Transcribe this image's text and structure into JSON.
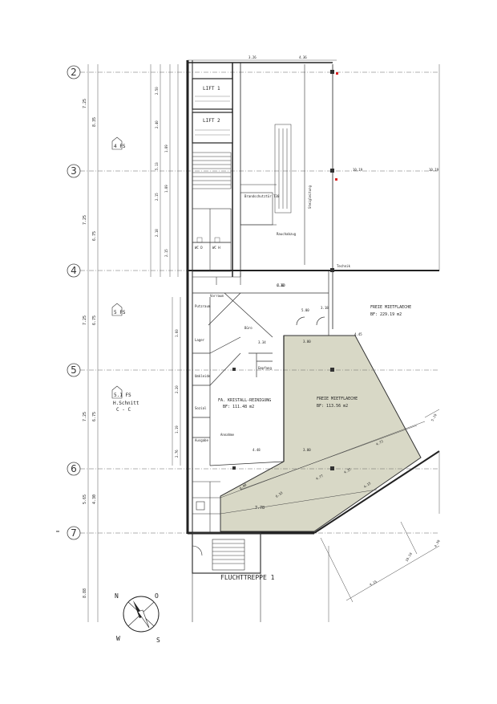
{
  "axes": [
    {
      "id": "axis-2",
      "label": "2"
    },
    {
      "id": "axis-3",
      "label": "3"
    },
    {
      "id": "axis-4",
      "label": "4"
    },
    {
      "id": "axis-5",
      "label": "5"
    },
    {
      "id": "axis-6",
      "label": "6"
    },
    {
      "id": "axis-7",
      "label": "7"
    }
  ],
  "fs_tags": {
    "fs4": "4 FS",
    "fs5": "5 FS",
    "fs51": "5.1 FS"
  },
  "section_marker": {
    "line1": "H.Schnitt",
    "line2": "C - C"
  },
  "lifts": {
    "lift1": "LIFT 1",
    "lift2": "LIFT 2"
  },
  "areas": {
    "kristall": {
      "name": "FA. KRISTALL-REINIGUNG",
      "size": "BF: 111.48 m2"
    },
    "freie_upper": {
      "name": "FREIE MIETFLAECHE",
      "size": "BF: 229.19 m2"
    },
    "freie_lower": {
      "name": "FREIE MIETFLAECHE",
      "size": "BF: 113.56 m2"
    }
  },
  "stair_label": "FLUCHTTREPPE 1",
  "compass": {
    "n": "N",
    "o": "O",
    "s": "S",
    "w": "W"
  },
  "dimensions": {
    "left_col_a": [
      "7.25",
      "7.25",
      "7.25",
      "7.25",
      "5.65",
      "8.88"
    ],
    "left_col_b": [
      "8.35",
      "6.75",
      "6.75",
      "6.75",
      "4.30"
    ],
    "small": [
      "2.50",
      "2.40",
      "1.89",
      "5.13",
      "2.15",
      "1.89",
      "2.18",
      "2.15",
      "1.60",
      "2.20",
      "1.19",
      "2.76"
    ],
    "top": [
      "3.26",
      "4.36",
      "10.19",
      "10.19"
    ],
    "mid": [
      "5.00",
      "2.00",
      "3.34",
      "6.32",
      "3.18",
      "3.00",
      "4.48",
      "3.00",
      "4.45",
      "4.72",
      "4.77",
      "4.37"
    ],
    "diag": [
      "7.78",
      "6.00",
      "6.33",
      "4.15",
      "4.15",
      "5.10",
      "4.30",
      "10.10"
    ]
  },
  "room_tags": [
    "Putzraum",
    "Lager",
    "Büro",
    "Umkleide",
    "Sozial",
    "Empfang",
    "Annahme",
    "Ausgabe",
    "Vorraum",
    "WC D",
    "WC H"
  ],
  "notes": [
    "Brandschutztür T30",
    "Rauchabzug",
    "Steigleitung",
    "Technik"
  ]
}
